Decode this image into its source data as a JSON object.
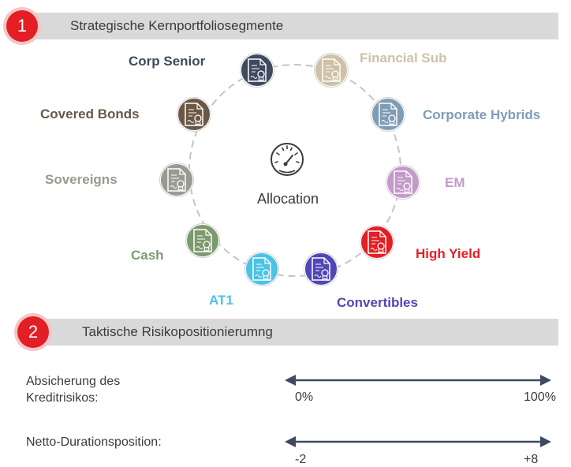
{
  "section1": {
    "number": "1",
    "title": "Strategische Kernportfoliosegmente"
  },
  "center": {
    "icon": "gauge-icon",
    "label": "Allocation"
  },
  "segments": [
    {
      "label": "Corp Senior",
      "color": "#3e4a5f"
    },
    {
      "label": "Financial Sub",
      "color": "#cfc1a6"
    },
    {
      "label": "Corporate Hybrids",
      "color": "#7f9cb5"
    },
    {
      "label": "EM",
      "color": "#c39ac9"
    },
    {
      "label": "High Yield",
      "color": "#e31e24"
    },
    {
      "label": "Convertibles",
      "color": "#5046b8"
    },
    {
      "label": "AT1",
      "color": "#4cc2e4"
    },
    {
      "label": "Cash",
      "color": "#7d9a6e"
    },
    {
      "label": "Sovereigns",
      "color": "#9a9a92"
    },
    {
      "label": "Covered Bonds",
      "color": "#6b5744"
    }
  ],
  "section2": {
    "number": "2",
    "title": "Taktische Risikopositionierumng",
    "rows": [
      {
        "label_line1": "Absicherung des",
        "label_line2": "Kreditrisikos:",
        "min": "0%",
        "max": "100%"
      },
      {
        "label_line1": "Netto-Durationsposition:",
        "min": "-2",
        "max": "+8"
      }
    ]
  },
  "colors": {
    "accent_red": "#e31e24",
    "band_gray": "#d9d9d9",
    "arrow_navy": "#3e4a5f"
  }
}
